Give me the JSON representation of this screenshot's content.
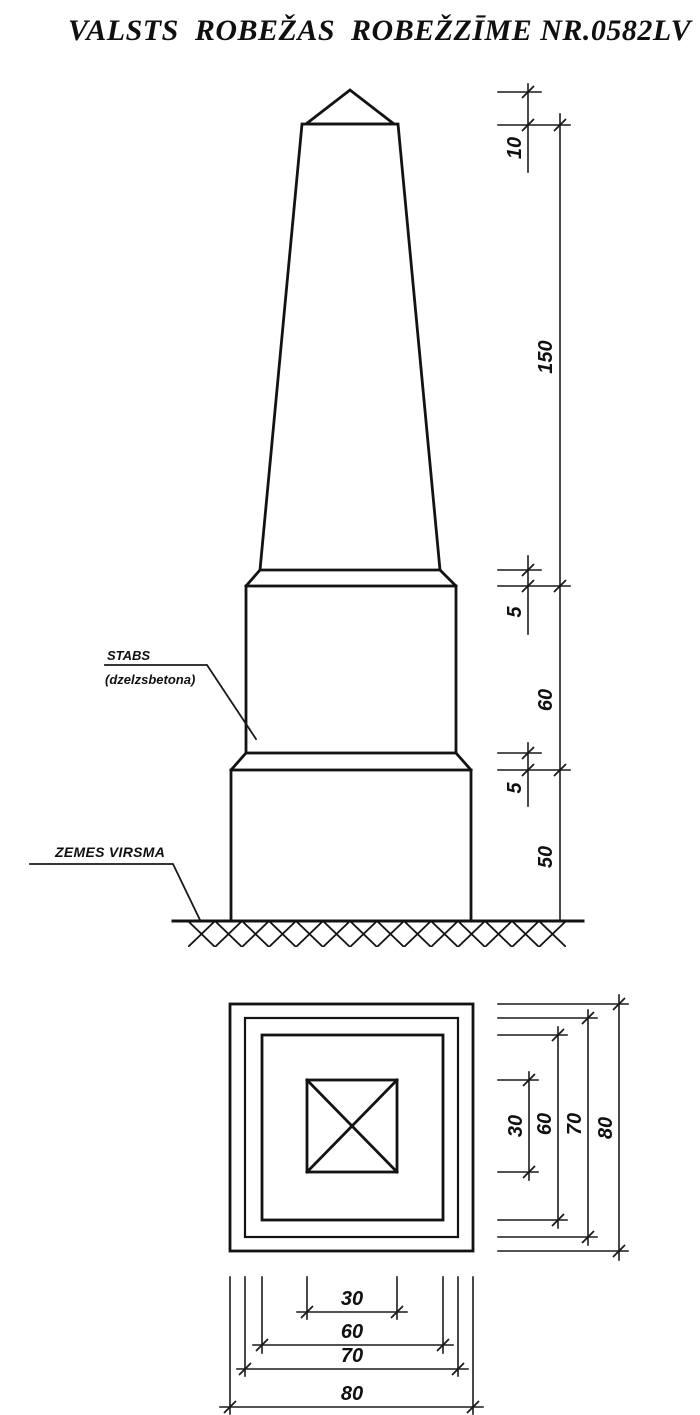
{
  "title": "VALSTS  ROBEŽAS  ROBEŽZĪME NR.0582LV",
  "elevation": {
    "annotations": {
      "stabs": "STABS",
      "stabs_material": "(dzelzsbetona)",
      "ground": "ZEMES VIRSMA"
    },
    "dimensions": {
      "pyramid_height": "10",
      "shaft_height": "150",
      "upper_lip": "5",
      "collar_height": "60",
      "lower_lip": "5",
      "base_height": "50"
    }
  },
  "plan": {
    "dimensions_right": [
      "30",
      "60",
      "70",
      "80"
    ],
    "dimensions_bottom": [
      "30",
      "60",
      "70",
      "80"
    ]
  },
  "colors": {
    "ink": "#131313",
    "paper": "#ffffff"
  }
}
